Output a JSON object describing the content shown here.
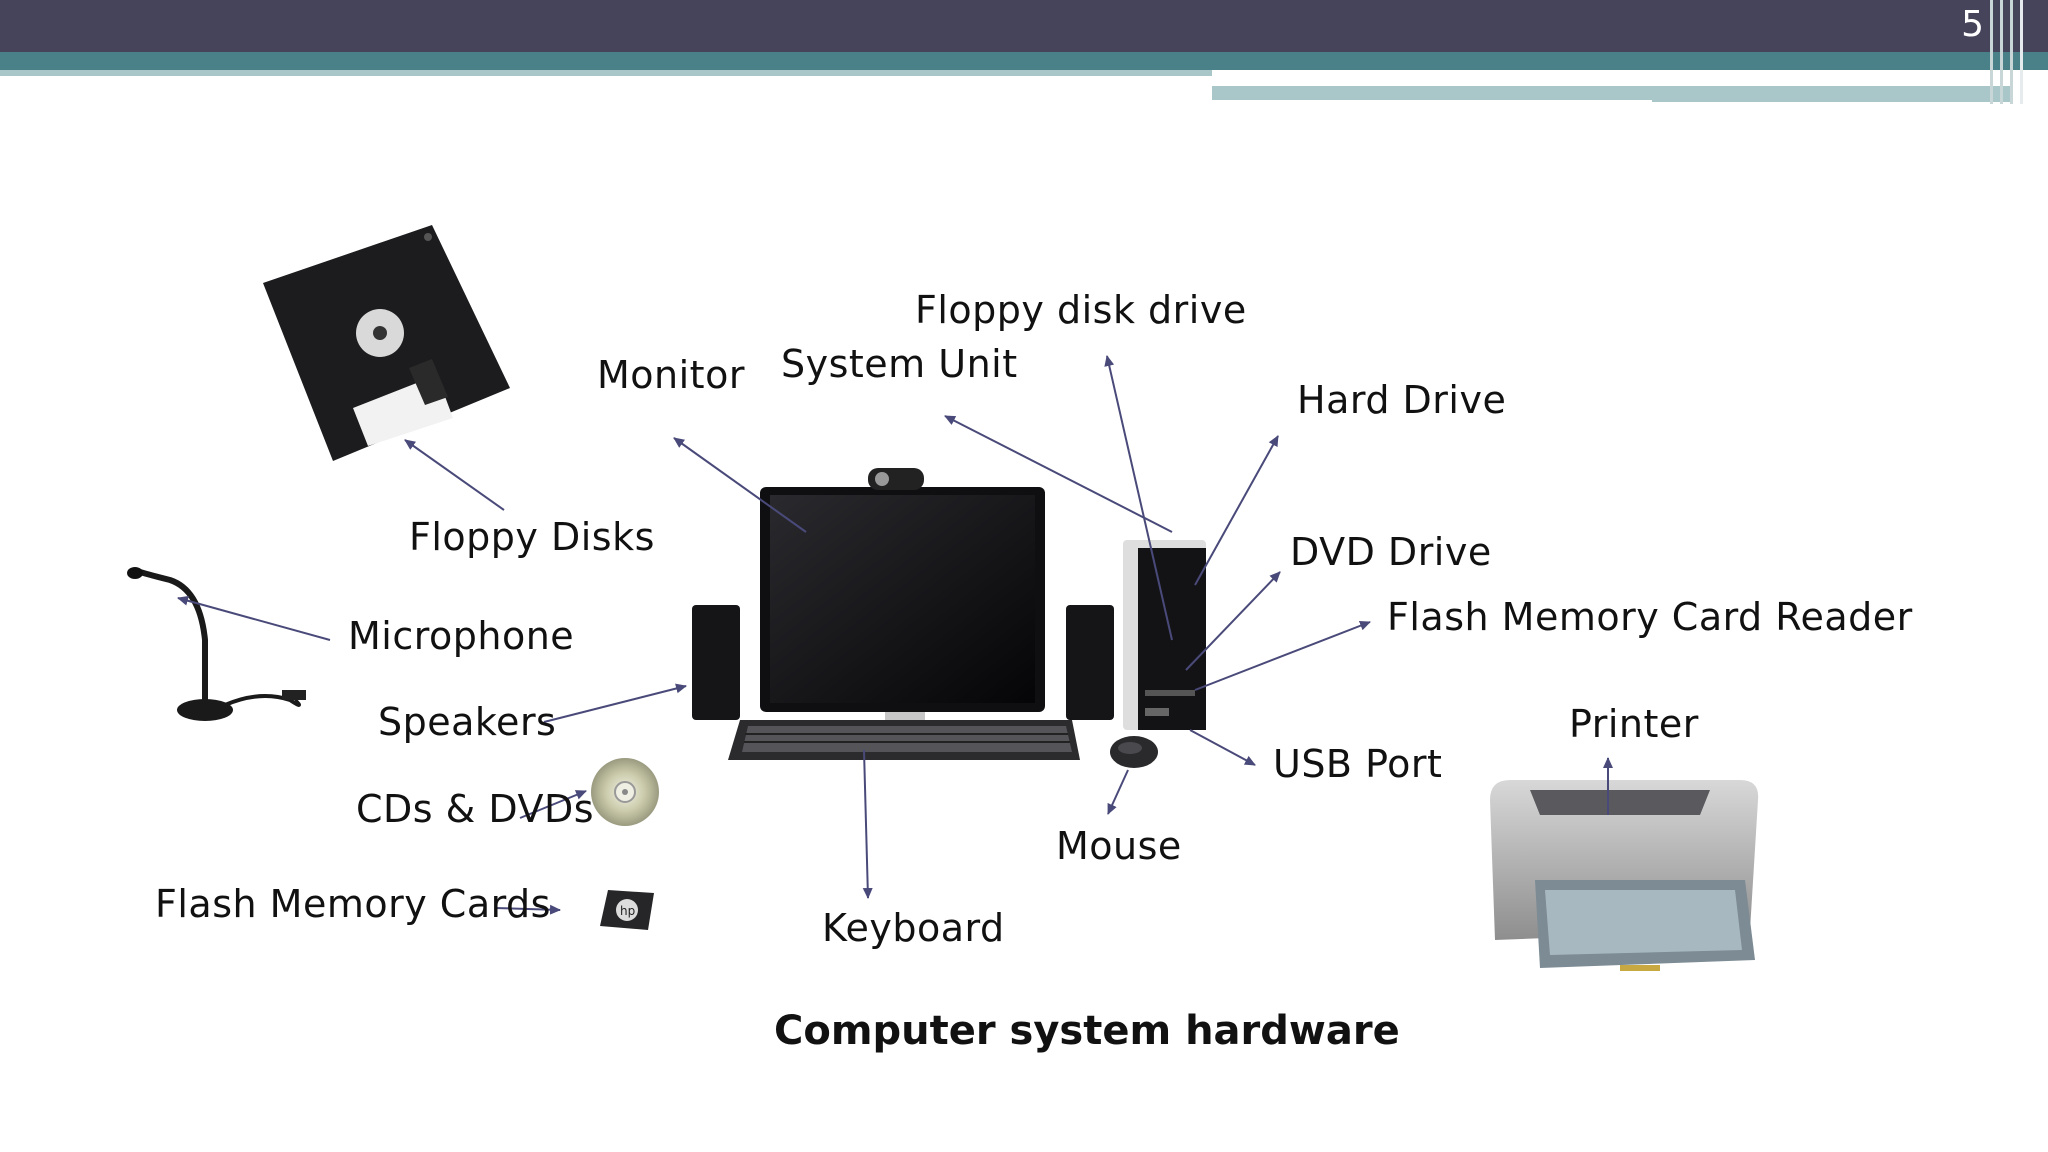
{
  "slide_number": "5",
  "labels": {
    "floppy_disk_drive": "Floppy disk drive",
    "monitor": "Monitor",
    "system_unit": "System Unit",
    "hard_drive": "Hard Drive",
    "floppy_disks": "Floppy Disks",
    "dvd_drive": "DVD Drive",
    "flash_memory_card_reader": "Flash Memory Card Reader",
    "microphone": "Microphone",
    "speakers": "Speakers",
    "printer": "Printer",
    "usb_port": "USB Port",
    "cds_dvds": "CDs & DVDs",
    "mouse": "Mouse",
    "flash_memory_cards": "Flash Memory Cards",
    "keyboard": "Keyboard"
  },
  "caption": "Computer system hardware",
  "colors": {
    "header_dark": "#45445a",
    "header_teal": "#4a8189",
    "header_light": "#a9c6c9",
    "arrow": "#4a4a7a"
  }
}
